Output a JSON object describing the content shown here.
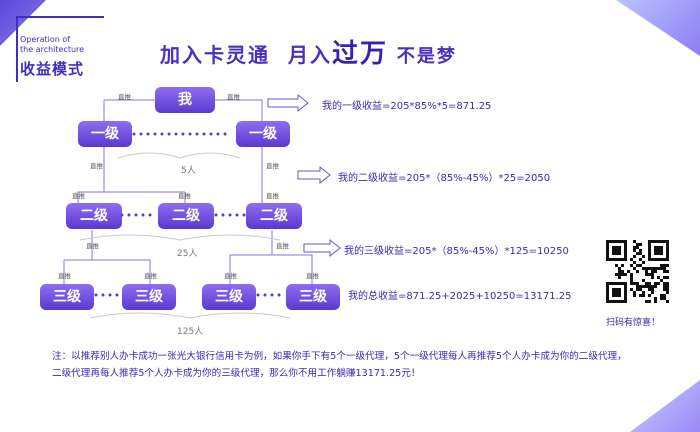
{
  "brand": {
    "en_line1": "Operation of",
    "en_line2": "the architecture",
    "cn": "收益模式"
  },
  "title": {
    "part1": "加入卡灵通",
    "part2": "月入",
    "part3": "过万",
    "part4": "不是梦"
  },
  "nodes": {
    "root": "我",
    "level1": "一级",
    "level2": "二级",
    "level3": "三级"
  },
  "edge_label": "直推",
  "counts": {
    "level1": "5人",
    "level2": "25人",
    "level3": "125人"
  },
  "formulas": {
    "f1": "我的一级收益=205*85%*5=871.25",
    "f2": "我的二级收益=205*（85%-45%）*25=2050",
    "f3": "我的三级收益=205*（85%-45%）*125=10250",
    "total": "我的总收益=871.25+2025+10250=13171.25"
  },
  "note": {
    "line1": "注：以推荐别人办卡成功一张光大银行信用卡为例，如果你手下有5个一级代理，5个一级代理每人再推荐5个人办卡成为你的二级代理，",
    "line2": "二级代理再每人推荐5个人办卡成为你的三级代理，那么你不用工作躺赚13171.25元！"
  },
  "qr_caption": "扫码有惊喜！",
  "colors": {
    "accent": "#5b39cf",
    "text": "#3a2ab5"
  }
}
